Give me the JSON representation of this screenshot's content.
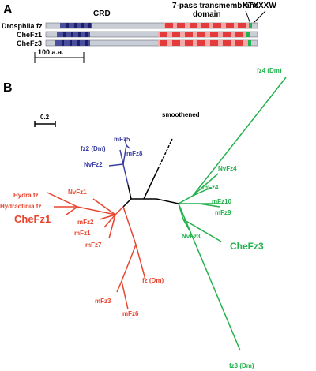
{
  "panel_a": {
    "letter": "A",
    "headers": {
      "crd": "CRD",
      "tm_line1": "7-pass transmembrane",
      "tm_line2": "domain",
      "motif": "KTXXXW"
    },
    "rows": [
      {
        "label": "Drosphila fz"
      },
      {
        "label": "CheFz1"
      },
      {
        "label": "CheFz3"
      }
    ],
    "scalebar": "100 a.a."
  },
  "panel_b": {
    "letter": "B",
    "scalebar": "0.2",
    "colors": {
      "red": "#e8452f",
      "blue": "#3b3ea0",
      "green": "#22b14c",
      "black": "#000000"
    },
    "labels": {
      "smoothened": "smoothened",
      "fz4_dm": "fz4 (Dm)",
      "nvfz4": "NvFz4",
      "mfz4": "mFz4",
      "mfz10": "mFz10",
      "mfz9": "mFz9",
      "nvfz3": "NvFz3",
      "chefz3": "CheFz3",
      "fz3_dm": "fz3 (Dm)",
      "mfz5": "mFz5",
      "fz2_dm": "fz2 (Dm)",
      "mfz8": "mFz8",
      "nvfz2": "NvFz2",
      "hydra": "Hydra fz",
      "hydractinia": "Hydractinia fz",
      "chefz1": "CheFz1",
      "nvfz1": "NvFz1",
      "mfz2": "mFz2",
      "mfz1": "mFz1",
      "mfz7": "mFz7",
      "fz_dm": "fz (Dm)",
      "mfz3": "mFz3",
      "mfz6": "mFz6"
    }
  }
}
